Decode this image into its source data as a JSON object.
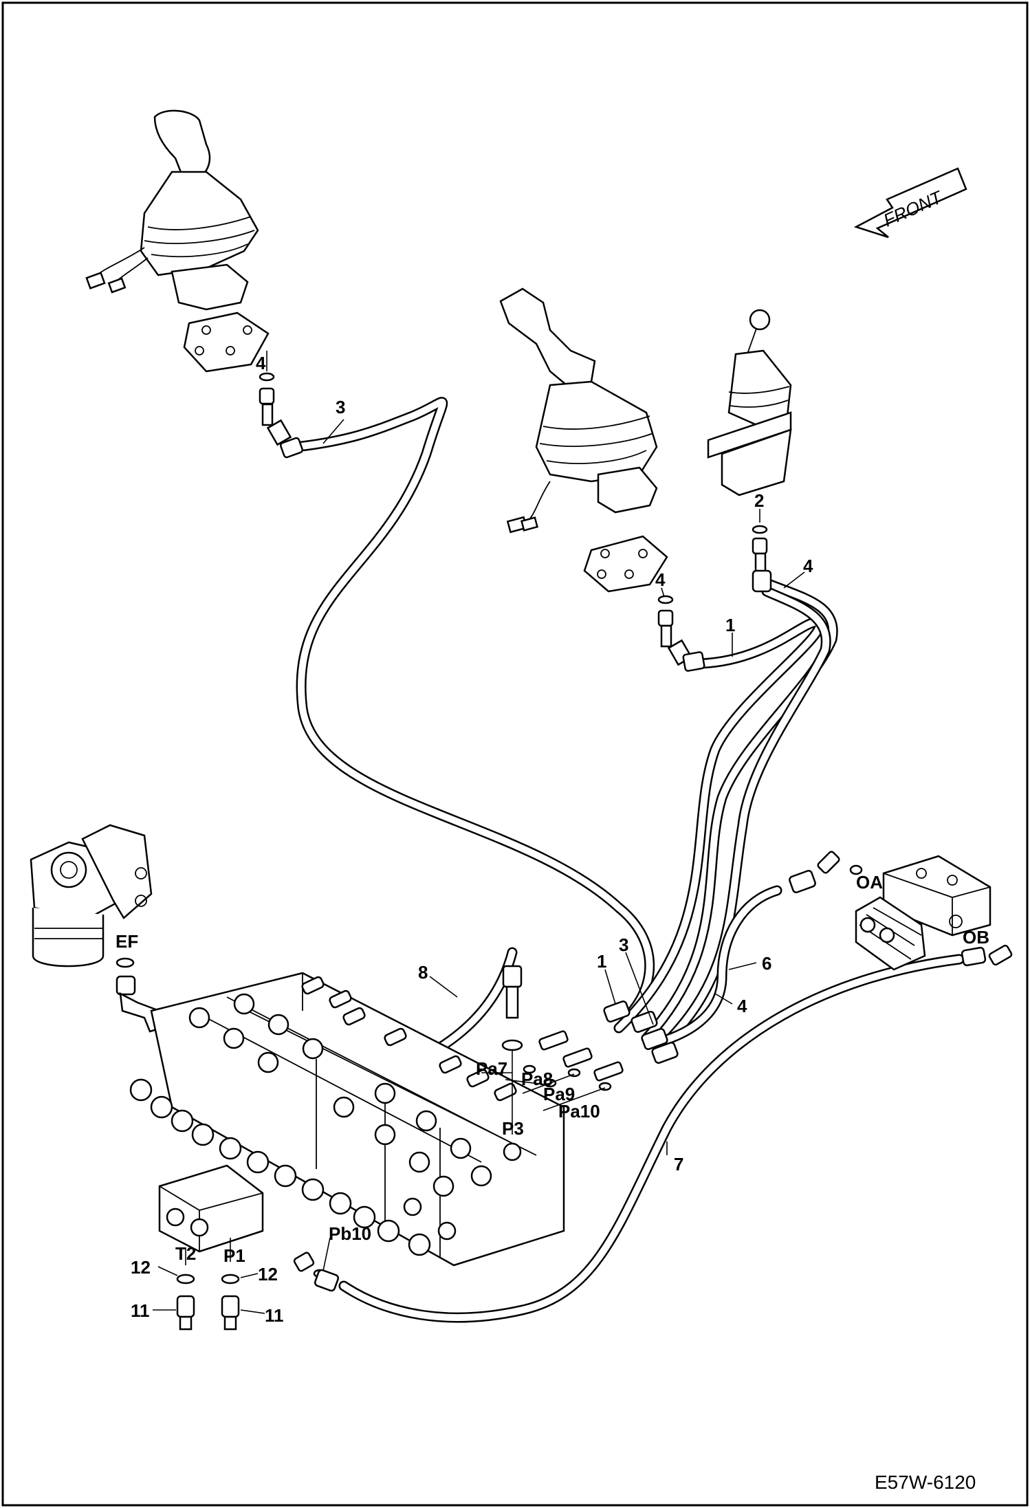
{
  "diagram": {
    "front_label": "FRONT",
    "reference": "E57W-6120",
    "callouts": [
      {
        "id": "c4a",
        "text": "4"
      },
      {
        "id": "c3a",
        "text": "3"
      },
      {
        "id": "c2",
        "text": "2"
      },
      {
        "id": "c4b",
        "text": "4"
      },
      {
        "id": "c4c",
        "text": "4"
      },
      {
        "id": "c1a",
        "text": "1"
      },
      {
        "id": "c8",
        "text": "8"
      },
      {
        "id": "c1b",
        "text": "1"
      },
      {
        "id": "c3b",
        "text": "3"
      },
      {
        "id": "c6",
        "text": "6"
      },
      {
        "id": "c4d",
        "text": "4"
      },
      {
        "id": "c7",
        "text": "7"
      },
      {
        "id": "c12a",
        "text": "12"
      },
      {
        "id": "c12b",
        "text": "12"
      },
      {
        "id": "c11a",
        "text": "11"
      },
      {
        "id": "c11b",
        "text": "11"
      }
    ],
    "ports": [
      {
        "id": "ef",
        "text": "EF"
      },
      {
        "id": "oa",
        "text": "OA"
      },
      {
        "id": "ob",
        "text": "OB"
      },
      {
        "id": "pa7",
        "text": "Pa7"
      },
      {
        "id": "pa8",
        "text": "Pa8"
      },
      {
        "id": "pa9",
        "text": "Pa9"
      },
      {
        "id": "pa10",
        "text": "Pa10"
      },
      {
        "id": "p3",
        "text": "P3"
      },
      {
        "id": "pb10",
        "text": "Pb10"
      },
      {
        "id": "t2",
        "text": "T2"
      },
      {
        "id": "p1",
        "text": "P1"
      }
    ]
  }
}
